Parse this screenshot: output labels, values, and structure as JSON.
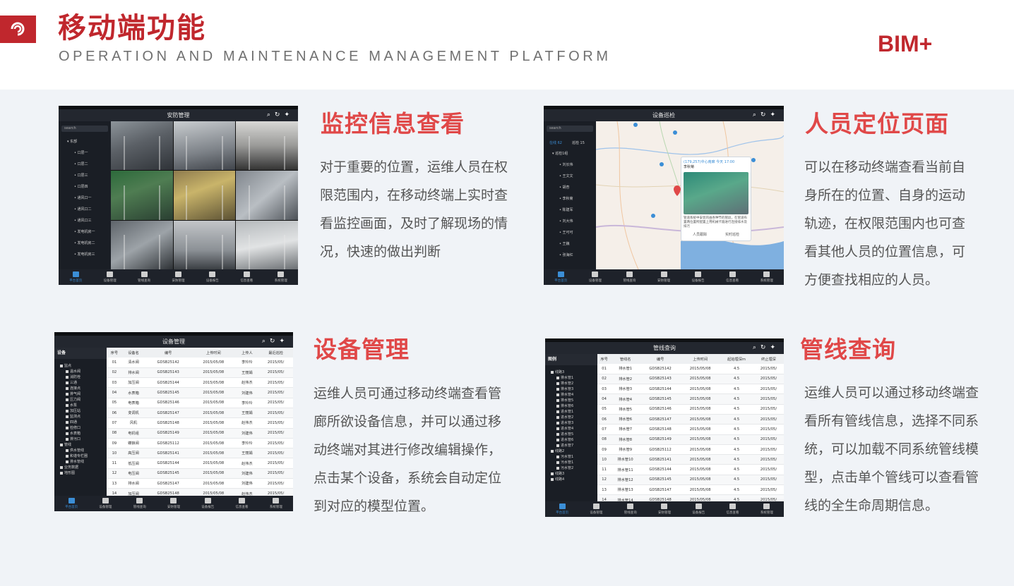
{
  "header": {
    "title_cn": "移动端功能",
    "title_en": "OPERATION AND MAINTENANCE MANAGEMENT PLATFORM",
    "brand": "BIM+"
  },
  "sections": [
    {
      "title": "监控信息查看",
      "text_lines": [
        "对于重要的位置，运维人员在权",
        "限范围内，在移动终端上实时查",
        "看监控画面，及时了解现场的情",
        "况，快速的做出判断"
      ]
    },
    {
      "title": "人员定位页面",
      "text_lines": [
        "可以在移动终端查看当前自",
        "身所在的位置、自身的运动",
        "轨迹，在权限范围内也可查",
        "看其他人员的位置信息，可",
        "方便查找相应的人员。"
      ]
    },
    {
      "title": "设备管理",
      "text_lines": [
        "运维人员可通过移动终端查看管",
        "廊所欲设备信息，并可以通过移",
        "动终端对其进行修改编辑操作，",
        "点击某个设备，系统会自动定位",
        "到对应的模型位置。"
      ]
    },
    {
      "title": "管线查询",
      "text_lines": [
        "运维人员可以通过移动终端查",
        "看所有管线信息，选择不同系",
        "统，可以加载不同系统管线模",
        "型，点击单个管线可以查看管",
        "线的全生命周期信息。"
      ]
    }
  ],
  "tablets": {
    "footer_items": [
      "平台首页",
      "设备管理",
      "管线查询",
      "安防管理",
      "设备报告",
      "信息查看",
      "系统管理"
    ],
    "security": {
      "title": "安防管理",
      "search": "search",
      "items": [
        "东部",
        "口层一",
        "口层二",
        "口层三",
        "口层四",
        "通风口一",
        "通风口二",
        "通风口三",
        "发电机房一",
        "发电机房二",
        "发电机房三"
      ]
    },
    "patrol": {
      "title": "设备巡检",
      "search": "search",
      "tabs": [
        "在线 62",
        "巡检 15"
      ],
      "items": [
        "巡检1组",
        "刘长伟",
        "王文文",
        "胡杏",
        "李秋菊",
        "陈建军",
        "刘大伟",
        "王可可",
        "王巍",
        "张海红"
      ],
      "popup_head": "(179,257)中心南廊  今天 17:00",
      "popup_name": "李秋菊",
      "popup_text": "管道系统中安装的由各种节的管段，在管道布置两位置所配置上用机械卡箍进行连接排水及排污",
      "popup_buttons": [
        "人员跟踪",
        "实时巡检"
      ]
    },
    "equipment": {
      "title": "设备管理",
      "tree_title": "设备",
      "tree": [
        "监点",
        "温水阀",
        "消防栓",
        "三通",
        "连接点",
        "排气阀",
        "压力阀",
        "水泵",
        "加压站",
        "监测点",
        "四通",
        "检修口",
        "水表箱",
        "排污口",
        "管线",
        "供水管线",
        "和谐专栏圈",
        "排水管线",
        "业务数据",
        "地形图"
      ],
      "columns": [
        "序号",
        "设备名",
        "编号",
        "上传时间",
        "上传人",
        "最近巡检"
      ],
      "rows": [
        [
          "01",
          "清水阀",
          "GDSB25142",
          "2015/05/08",
          "李玲玲",
          "2015/05/"
        ],
        [
          "02",
          "排水阀",
          "GDSB25143",
          "2015/05/08",
          "王丽娟",
          "2015/05/"
        ],
        [
          "03",
          "加压阀",
          "GDSB25144",
          "2015/05/08",
          "赵伟杰",
          "2015/05/"
        ],
        [
          "04",
          "水表箱",
          "GDSB25145",
          "2015/05/08",
          "刘建伟",
          "2015/05/"
        ],
        [
          "05",
          "电表箱",
          "GDSB25146",
          "2015/05/08",
          "李玲玲",
          "2015/05/"
        ],
        [
          "06",
          "变调机",
          "GDSB25147",
          "2015/05/08",
          "王丽娟",
          "2015/05/"
        ],
        [
          "07",
          "风机",
          "GDSB25148",
          "2015/05/08",
          "赵伟杰",
          "2015/05/"
        ],
        [
          "08",
          "电机组",
          "GDSB25149",
          "2015/05/08",
          "刘建伟",
          "2015/05/"
        ],
        [
          "09",
          "蝶狼阀",
          "GDSB25112",
          "2015/05/08",
          "李玲玲",
          "2015/05/"
        ],
        [
          "10",
          "高压阀",
          "GDSB25141",
          "2015/05/08",
          "王丽娟",
          "2015/05/"
        ],
        [
          "11",
          "低压阀",
          "GDSB25144",
          "2015/05/08",
          "赵伟杰",
          "2015/05/"
        ],
        [
          "12",
          "电压阀",
          "GDSB25145",
          "2015/05/08",
          "刘建伟",
          "2015/05/"
        ],
        [
          "13",
          "排水阀",
          "GDSB25147",
          "2015/05/08",
          "刘建伟",
          "2015/05/"
        ],
        [
          "14",
          "加压阀",
          "GDSB25148",
          "2015/05/08",
          "赵伟杰",
          "2015/05/"
        ]
      ]
    },
    "pipeline": {
      "title": "管线查询",
      "tree_title": "图例",
      "tree": [
        "线路3",
        "排水管1",
        "排水管2",
        "排水管3",
        "排水管4",
        "排水管5",
        "排水管6",
        "进水管1",
        "进水管2",
        "进水管3",
        "进水管4",
        "进水管5",
        "进水管6",
        "进水管7",
        "线路2",
        "污水管1",
        "污水管1",
        "污水管2",
        "线路3",
        "线路4"
      ],
      "columns": [
        "序号",
        "管线名",
        "编号",
        "上传时间",
        "起始埋深m",
        "终止埋深"
      ],
      "rows": [
        [
          "01",
          "排水管1",
          "GDSB25142",
          "2015/05/08",
          "4.5",
          "2015/05/"
        ],
        [
          "02",
          "排水管2",
          "GDSB25143",
          "2015/05/08",
          "4.5",
          "2015/05/"
        ],
        [
          "03",
          "排水管3",
          "GDSB25144",
          "2015/05/08",
          "4.5",
          "2015/05/"
        ],
        [
          "04",
          "排水管4",
          "GDSB25145",
          "2015/05/08",
          "4.5",
          "2015/05/"
        ],
        [
          "05",
          "排水管5",
          "GDSB25146",
          "2015/05/08",
          "4.5",
          "2015/05/"
        ],
        [
          "06",
          "排水管6",
          "GDSB25147",
          "2015/05/08",
          "4.5",
          "2015/05/"
        ],
        [
          "07",
          "排水管7",
          "GDSB25148",
          "2015/05/08",
          "4.5",
          "2015/05/"
        ],
        [
          "08",
          "排水管8",
          "GDSB25149",
          "2015/05/08",
          "4.5",
          "2015/05/"
        ],
        [
          "09",
          "排水管9",
          "GDSB25112",
          "2015/05/08",
          "4.5",
          "2015/05/"
        ],
        [
          "10",
          "排水管10",
          "GDSB25141",
          "2015/05/08",
          "4.5",
          "2015/05/"
        ],
        [
          "11",
          "排水管11",
          "GDSB25144",
          "2015/05/08",
          "4.5",
          "2015/05/"
        ],
        [
          "12",
          "排水管12",
          "GDSB25145",
          "2015/05/08",
          "4.5",
          "2015/05/"
        ],
        [
          "13",
          "排水管13",
          "GDSB25147",
          "2015/05/08",
          "4.5",
          "2015/05/"
        ],
        [
          "14",
          "排水管14",
          "GDSB25148",
          "2015/05/08",
          "4.5",
          "2015/05/"
        ]
      ]
    }
  },
  "colors": {
    "accent": "#c0272d",
    "section_title": "#e04848",
    "text": "#555555",
    "panel_bg": "#f0f3f7"
  }
}
